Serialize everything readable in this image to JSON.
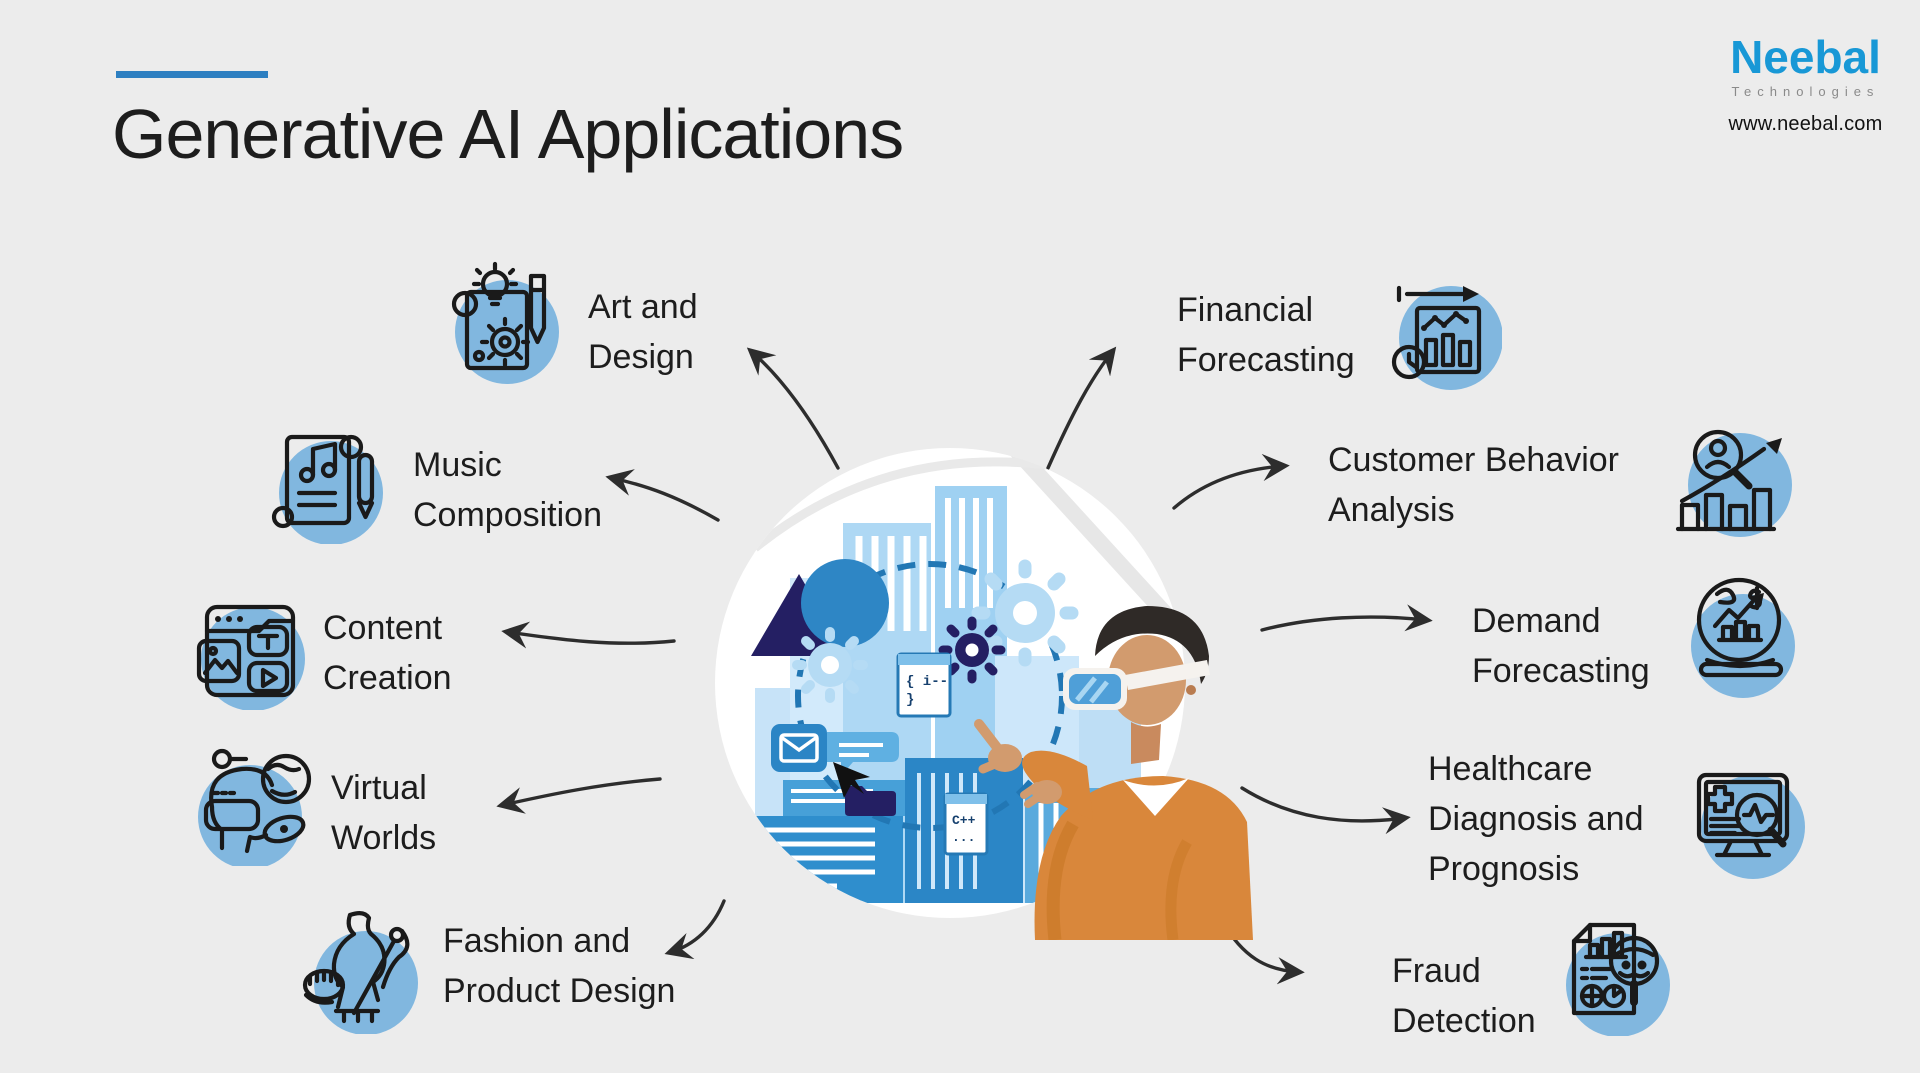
{
  "header": {
    "title": "Generative AI Applications"
  },
  "logo": {
    "brand": "Neebal",
    "subtitle": "Technologies",
    "website": "www.neebal.com"
  },
  "applications": [
    {
      "id": "art-design",
      "label": "Art and\nDesign",
      "side": "left",
      "icon": "art-design-icon"
    },
    {
      "id": "music-composition",
      "label": "Music\nComposition",
      "side": "left",
      "icon": "music-icon"
    },
    {
      "id": "content-creation",
      "label": "Content\nCreation",
      "side": "left",
      "icon": "content-icon"
    },
    {
      "id": "virtual-worlds",
      "label": "Virtual\nWorlds",
      "side": "left",
      "icon": "vr-globe-icon"
    },
    {
      "id": "fashion-product-design",
      "label": "Fashion and\nProduct Design",
      "side": "left",
      "icon": "mannequin-icon"
    },
    {
      "id": "financial-forecasting",
      "label": "Financial\nForecasting",
      "side": "right",
      "icon": "chart-clock-icon"
    },
    {
      "id": "customer-behavior-analysis",
      "label": "Customer Behavior\nAnalysis",
      "side": "right",
      "icon": "person-magnifier-chart-icon"
    },
    {
      "id": "demand-forecasting",
      "label": "Demand\nForecasting",
      "side": "right",
      "icon": "crystal-ball-chart-icon"
    },
    {
      "id": "healthcare-diagnosis-prognosis",
      "label": "Healthcare\nDiagnosis and\nPrognosis",
      "side": "right",
      "icon": "monitor-medical-icon"
    },
    {
      "id": "fraud-detection",
      "label": "Fraud\nDetection",
      "side": "right",
      "icon": "document-mask-magnifier-icon"
    }
  ],
  "center_illustration": {
    "description": "person wearing VR headset pointing at smart city with gears and code",
    "code_window_1_line1": "{ i--",
    "code_window_1_line2": "}",
    "code_window_2_line1": "C++",
    "code_window_2_line2": "..."
  },
  "colors": {
    "page_bg": "#ececec",
    "accent_blue": "#2d7fc1",
    "icon_circle": "#81b7df",
    "arrow_color": "#2d2d2d",
    "logo_blue": "#1898d6",
    "logo_gray": "#8a8a8a",
    "text_color": "#1d1d1d",
    "code_text": "#16406e"
  }
}
